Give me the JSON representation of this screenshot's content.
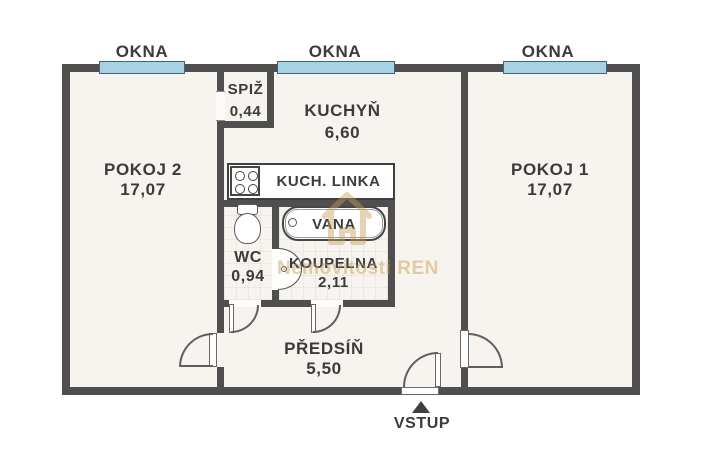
{
  "plan": {
    "window_label": "OKNA",
    "entrance_label": "VSTUP",
    "rooms": {
      "pokoj2": {
        "name": "POKOJ 2",
        "area": "17,07"
      },
      "pokoj1": {
        "name": "POKOJ 1",
        "area": "17,07"
      },
      "spiz": {
        "name": "SPIŽ",
        "area": "0,44"
      },
      "kuchyn": {
        "name": "KUCHYŇ",
        "area": "6,60"
      },
      "wc": {
        "name": "WC",
        "area": "0,94"
      },
      "koupelna": {
        "name": "KOUPELNA",
        "area": "2,11"
      },
      "predsin": {
        "name": "PŘEDSÍŇ",
        "area": "5,50"
      }
    },
    "fixtures": {
      "kitchen_unit_label": "KUCH. LINKA",
      "bathtub_label": "VANA"
    },
    "watermark": {
      "name": "Nemovitosti",
      "brand": "REN"
    },
    "colors": {
      "wall": "#4f4f4f",
      "floor": "#f7f3ee",
      "window-fill": "#a8d2e4",
      "window-border": "#3f6478",
      "line": "#5f5f5f",
      "fixture": "#454545",
      "text": "#3b3b3b",
      "watermark": "#c6a05a"
    }
  }
}
